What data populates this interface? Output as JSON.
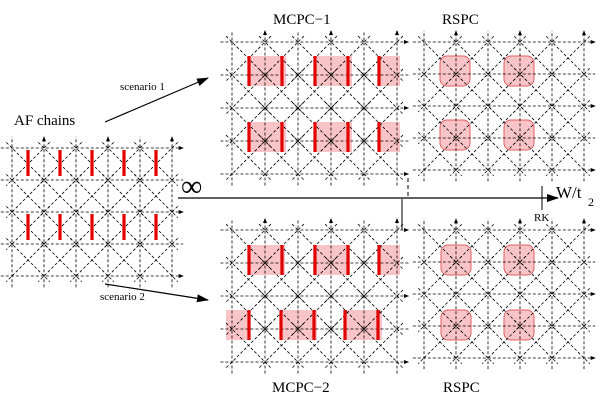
{
  "labels": {
    "af_chains": "AF chains",
    "scenario_1": "scenario 1",
    "scenario_2": "scenario 2",
    "mcpc_1": "MCPC−1",
    "mcpc_2": "MCPC−2",
    "rspc_top": "RSPC",
    "rspc_bottom": "RSPC",
    "infinity": "∞",
    "axis_w": "W/t",
    "axis_sub": "2",
    "rk": "RK"
  },
  "colors": {
    "bond_red": "#e00000",
    "plaquette_fill": "#f9c4c7",
    "plaquette_stroke": "#e06060",
    "lattice": "#000000"
  }
}
